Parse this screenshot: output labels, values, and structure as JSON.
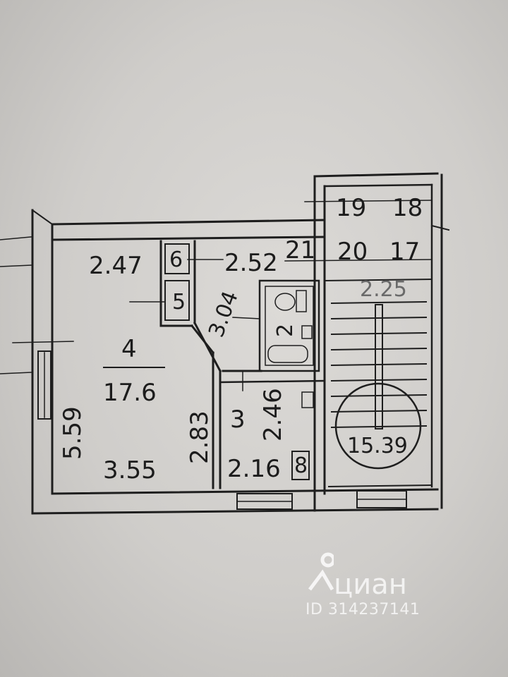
{
  "labels": {
    "room4_num": "4",
    "room4_area": "17.6",
    "room4_top": "2.47",
    "room4_left": "5.59",
    "room4_bottom": "3.55",
    "room4_right": "2.83",
    "room6": "6",
    "room5": "5",
    "corridor_diag": "3.04",
    "corridor_top": "2.52",
    "bath_num": "2",
    "room3_num": "3",
    "room3_side": "2.46",
    "room3_bottom": "2.16",
    "stove_symbol": "8",
    "stair_19": "19",
    "stair_18": "18",
    "stair_21": "21",
    "stair_20": "20",
    "stair_17": "17",
    "stair_width": "2.25",
    "stair_area": "15.39"
  },
  "watermark": {
    "name": "циан",
    "id_text": "ID 314237141",
    "pin_icon": "location-pin-icon"
  },
  "colors": {
    "ink": "#1c1c1c",
    "paper": "#d6d4d1",
    "watermark": "#ffffff"
  }
}
